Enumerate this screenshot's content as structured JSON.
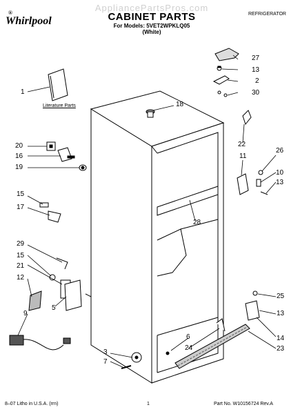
{
  "header": {
    "brand": "Whirlpool",
    "brand_mark": "®",
    "watermark": "AppliancePartsPros.com",
    "title": "CABINET PARTS",
    "models": "For Models: 5VET2WPKLQ05",
    "color": "(White)",
    "category": "REFRIGERATOR"
  },
  "literature_label": "Literature Parts",
  "callouts": [
    "27",
    "13",
    "2",
    "30",
    "18",
    "1",
    "20",
    "16",
    "19",
    "22",
    "11",
    "26",
    "10",
    "13",
    "15",
    "17",
    "28",
    "29",
    "15",
    "21",
    "12",
    "5",
    "9",
    "25",
    "13",
    "14",
    "6",
    "24",
    "23",
    "3",
    "7"
  ],
  "footer": {
    "left": "8–07 Litho in U.S.A. (rrn)",
    "page": "1",
    "right": "Part No. W10156724 Rev.A"
  }
}
